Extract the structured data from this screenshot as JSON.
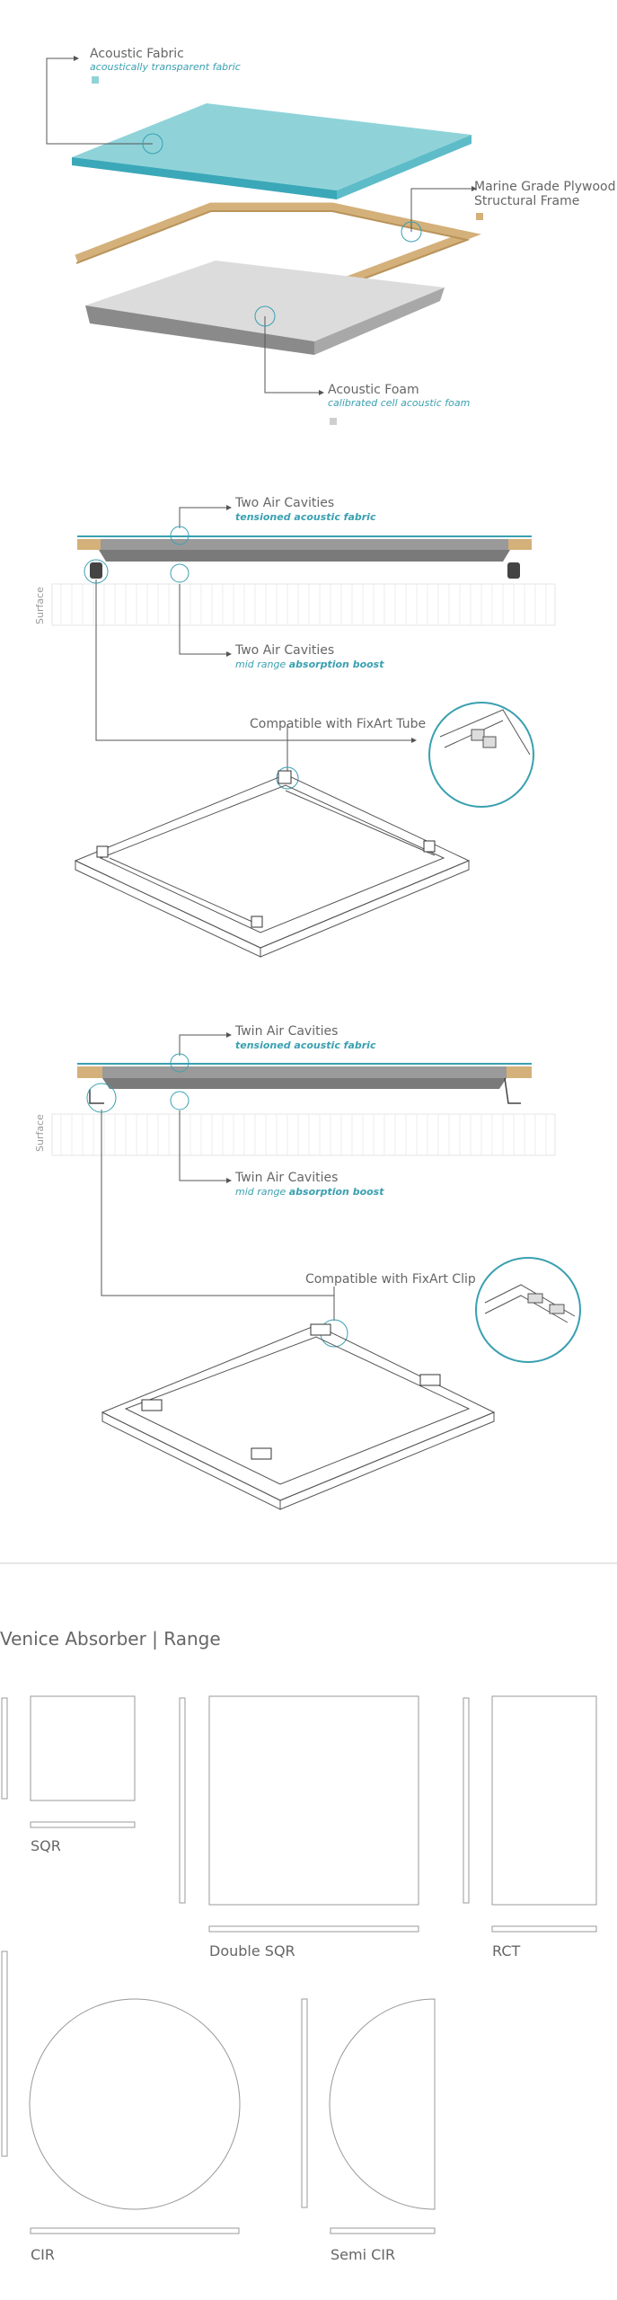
{
  "layers": {
    "fabric": {
      "title": "Acoustic Fabric",
      "subtitle": "acoustically transparent fabric",
      "color": "#8fd3d9"
    },
    "frame": {
      "title_line1": "Marine Grade Plywood",
      "title_line2": "Structural Frame",
      "color": "#d4b07a"
    },
    "foam": {
      "title": "Acoustic Foam",
      "subtitle": "calibrated cell acoustic foam",
      "color": "#cfcfcf"
    }
  },
  "section1": {
    "top_label": "Two Air Cavities",
    "top_sub": "tensioned acoustic fabric",
    "bottom_label": "Two Air Cavities",
    "bottom_sub_a": "mid range",
    "bottom_sub_b": "absorption boost",
    "surface": "Surface",
    "compat": "Compatible with FixArt Tube"
  },
  "section2": {
    "top_label": "Twin Air Cavities",
    "top_sub": "tensioned acoustic fabric",
    "bottom_label": "Twin Air Cavities",
    "bottom_sub_a": "mid range",
    "bottom_sub_b": "absorption boost",
    "surface": "Surface",
    "compat": "Compatible with FixArt Clip"
  },
  "range": {
    "title": "Venice Absorber | Range",
    "products": [
      "SQR",
      "Double SQR",
      "RCT",
      "CIR",
      "Semi CIR"
    ]
  }
}
